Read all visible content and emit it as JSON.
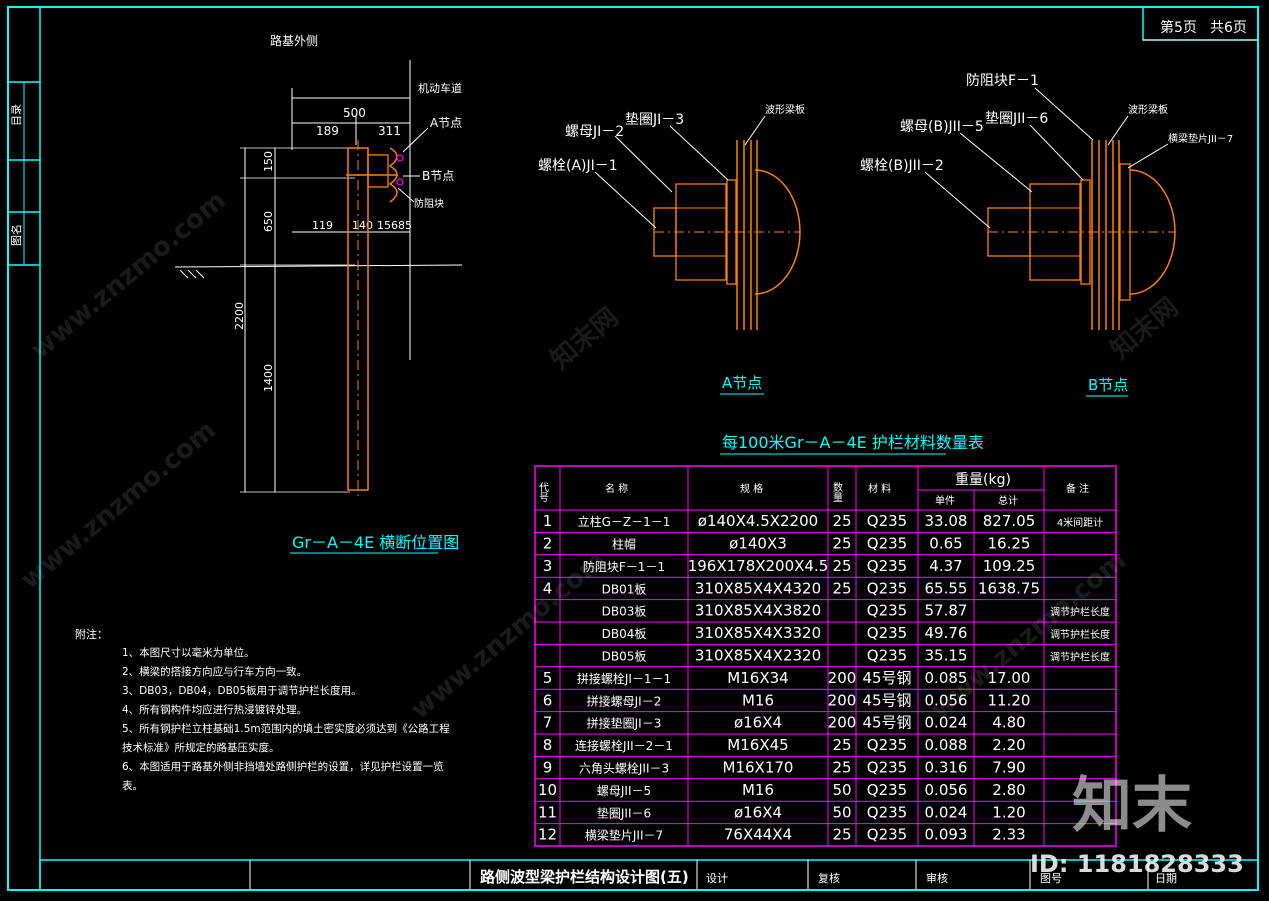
{
  "sheet": {
    "page_label": "第5页",
    "total_label": "共6页",
    "side_labels": [
      "目录",
      "图名"
    ]
  },
  "section_view": {
    "outer_side_label": "路基外侧",
    "lane_label": "机动车道",
    "node_a_label": "A节点",
    "node_b_label": "B节点",
    "block_label": "防阻块",
    "dims": {
      "total_width": "500",
      "left_width": "189",
      "right_width": "311",
      "top_h": "150",
      "mid_h": "650",
      "post_embed": "2200",
      "lower": "1400",
      "bottom_a": "119",
      "bottom_b": "140",
      "bottom_c": "156",
      "bottom_d": "85"
    },
    "title": "Gr－A－4E 横断位置图"
  },
  "node_a": {
    "label_bolt": "螺栓(A)JI－1",
    "label_nut": "螺母JI－2",
    "label_washer": "垫圈JI－3",
    "label_wave": "波形梁板",
    "title": "A节点"
  },
  "node_b": {
    "label_block": "防阻块F－1",
    "label_bolt": "螺栓(B)JII－2",
    "label_nut": "螺母(B)JII－5",
    "label_washer": "垫圈JII－6",
    "label_wave": "波形梁板",
    "label_plate": "横梁垫片JII－7",
    "title": "B节点"
  },
  "table": {
    "title": "每100米Gr－A－4E 护栏材料数量表",
    "headers": {
      "code": "代号",
      "name": "名 称",
      "spec": "规 格",
      "qty": "数量",
      "material": "材 料",
      "weight": "重量(kg)",
      "unit": "单件",
      "total": "总计",
      "remark": "备 注"
    },
    "rows": [
      {
        "code": "1",
        "name": "立柱G－Z－1－1",
        "spec": "ø140X4.5X2200",
        "qty": "25",
        "mat": "Q235",
        "unit": "33.08",
        "total": "827.05",
        "remark": "4米间距计"
      },
      {
        "code": "2",
        "name": "柱帽",
        "spec": "ø140X3",
        "qty": "25",
        "mat": "Q235",
        "unit": "0.65",
        "total": "16.25",
        "remark": ""
      },
      {
        "code": "3",
        "name": "防阻块F－1－1",
        "spec": "196X178X200X4.5",
        "qty": "25",
        "mat": "Q235",
        "unit": "4.37",
        "total": "109.25",
        "remark": ""
      },
      {
        "code": "4",
        "name": "DB01板",
        "spec": "310X85X4X4320",
        "qty": "25",
        "mat": "Q235",
        "unit": "65.55",
        "total": "1638.75",
        "remark": ""
      },
      {
        "code": "",
        "name": "DB03板",
        "spec": "310X85X4X3820",
        "qty": "",
        "mat": "Q235",
        "unit": "57.87",
        "total": "",
        "remark": "调节护栏长度"
      },
      {
        "code": "",
        "name": "DB04板",
        "spec": "310X85X4X3320",
        "qty": "",
        "mat": "Q235",
        "unit": "49.76",
        "total": "",
        "remark": "调节护栏长度"
      },
      {
        "code": "",
        "name": "DB05板",
        "spec": "310X85X4X2320",
        "qty": "",
        "mat": "Q235",
        "unit": "35.15",
        "total": "",
        "remark": "调节护栏长度"
      },
      {
        "code": "5",
        "name": "拼接螺栓JI－1－1",
        "spec": "M16X34",
        "qty": "200",
        "mat": "45号钢",
        "unit": "0.085",
        "total": "17.00",
        "remark": ""
      },
      {
        "code": "6",
        "name": "拼接螺母JI－2",
        "spec": "M16",
        "qty": "200",
        "mat": "45号钢",
        "unit": "0.056",
        "total": "11.20",
        "remark": ""
      },
      {
        "code": "7",
        "name": "拼接垫圈JI－3",
        "spec": "ø16X4",
        "qty": "200",
        "mat": "45号钢",
        "unit": "0.024",
        "total": "4.80",
        "remark": ""
      },
      {
        "code": "8",
        "name": "连接螺栓JII－2－1",
        "spec": "M16X45",
        "qty": "25",
        "mat": "Q235",
        "unit": "0.088",
        "total": "2.20",
        "remark": ""
      },
      {
        "code": "9",
        "name": "六角头螺栓JII－3",
        "spec": "M16X170",
        "qty": "25",
        "mat": "Q235",
        "unit": "0.316",
        "total": "7.90",
        "remark": ""
      },
      {
        "code": "10",
        "name": "螺母JII－5",
        "spec": "M16",
        "qty": "50",
        "mat": "Q235",
        "unit": "0.056",
        "total": "2.80",
        "remark": ""
      },
      {
        "code": "11",
        "name": "垫圈JII－6",
        "spec": "ø16X4",
        "qty": "50",
        "mat": "Q235",
        "unit": "0.024",
        "total": "1.20",
        "remark": ""
      },
      {
        "code": "12",
        "name": "横梁垫片JII－7",
        "spec": "76X44X4",
        "qty": "25",
        "mat": "Q235",
        "unit": "0.093",
        "total": "2.33",
        "remark": ""
      }
    ]
  },
  "notes": {
    "heading": "附注：",
    "lines": [
      "1、本图尺寸以毫米为单位。",
      "2、横梁的搭接方向应与行车方向一致。",
      "3、DB03，DB04，DB05板用于调节护栏长度用。",
      "4、所有钢构件均应进行热浸镀锌处理。",
      "5、所有钢护栏立柱基础1.5m范围内的填土密实度必须达到《公路工程",
      "   技术标准》所规定的路基压实度。",
      "6、本图适用于路基外侧非挡墙处路侧护栏的设置，详见护栏设置一览",
      "   表。"
    ]
  },
  "title_block": {
    "drawing_title": "路侧波型梁护栏结构设计图(五)",
    "design": "设计",
    "review": "复核",
    "approve": "审核",
    "drawing_no": "图号",
    "date": "日期"
  },
  "watermark": {
    "text": "www.znzmo.com",
    "brand": "知末网",
    "logo": "知末",
    "id": "ID: 1181828333"
  },
  "colors": {
    "frame": "#00ffff",
    "magenta": "#ff00ff",
    "orange": "#ff8000",
    "white": "#ffffff"
  }
}
